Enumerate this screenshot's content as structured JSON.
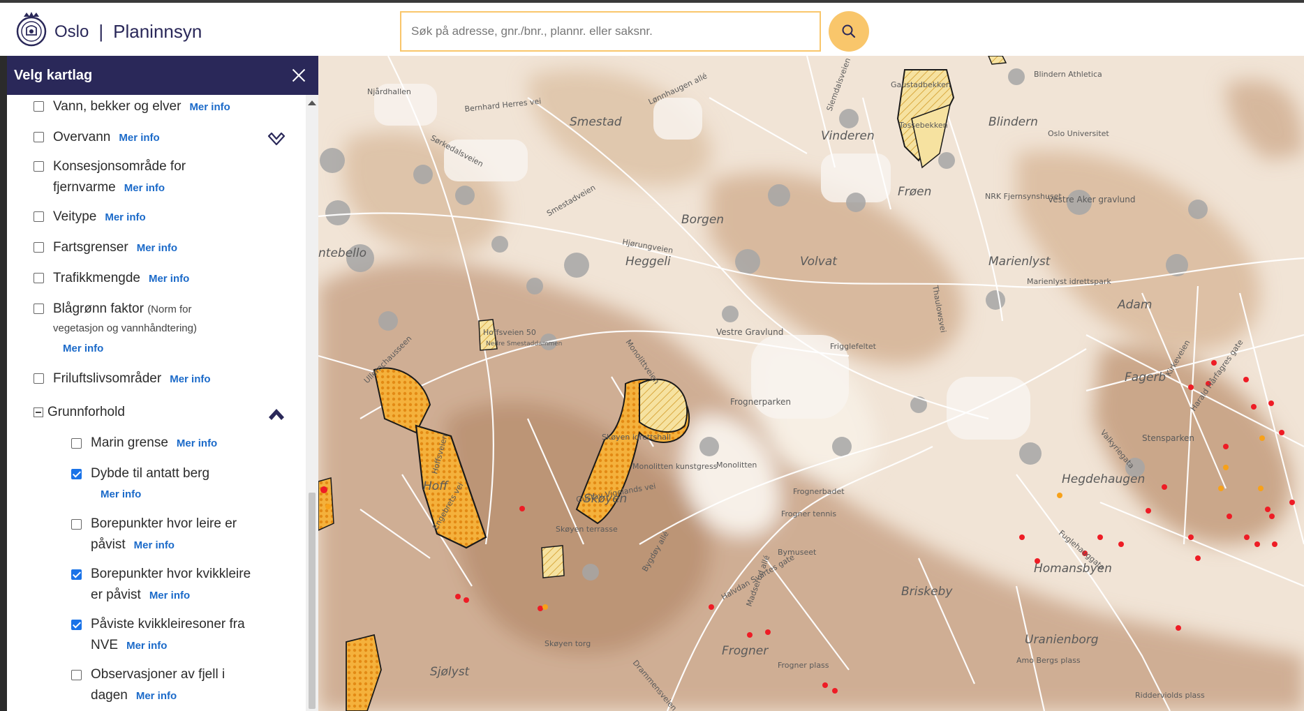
{
  "header": {
    "city": "Oslo",
    "separator": "|",
    "app_name": "Planinnsyn",
    "search_placeholder": "Søk på adresse, gnr./bnr., plannr. eller saksnr."
  },
  "panel": {
    "title": "Velg kartlag",
    "layers": [
      {
        "label": "Vann, bekker og elver",
        "more": "Mer info",
        "checked": false
      },
      {
        "label": "Overvann",
        "more": "Mer info",
        "checked": false
      },
      {
        "label_line1": "Konsesjonsområde for",
        "label_line2": "fjernvarme",
        "more": "Mer info",
        "checked": false
      },
      {
        "label": "Veitype",
        "more": "Mer info",
        "checked": false
      },
      {
        "label": "Fartsgrenser",
        "more": "Mer info",
        "checked": false
      },
      {
        "label": "Trafikkmengde",
        "more": "Mer info",
        "checked": false
      },
      {
        "label": "Blågrønn faktor",
        "note_line1": "(Norm for",
        "note_line2": "vegetasjon og vannhåndtering)",
        "more": "Mer info",
        "checked": false
      },
      {
        "label": "Friluftslivsområder",
        "more": "Mer info",
        "checked": false
      }
    ],
    "group": {
      "label": "Grunnforhold",
      "items": [
        {
          "label": "Marin grense",
          "more": "Mer info",
          "checked": false
        },
        {
          "label": "Dybde til antatt berg",
          "more": "Mer info",
          "checked": true
        },
        {
          "label_line1": "Borepunkter hvor leire er",
          "label_line2": "påvist",
          "more": "Mer info",
          "checked": false
        },
        {
          "label_line1": "Borepunkter hvor kvikkleire",
          "label_line2": "er påvist",
          "more": "Mer info",
          "checked": true
        },
        {
          "label_line1": "Påviste kvikkleiresoner fra",
          "label_line2": "NVE",
          "more": "Mer info",
          "checked": true
        },
        {
          "label_line1": "Observasjoner av fjell i",
          "label_line2": "dagen",
          "more": "Mer info",
          "checked": false
        }
      ]
    }
  },
  "map": {
    "colors": {
      "base": "#f1e4d6",
      "depth_dark": "#c9a488",
      "depth_mid": "#dfc3a9",
      "zone": "#f4b13c",
      "point_red": "#ee1c25",
      "point_orange": "#f7a11a"
    },
    "place_labels": [
      {
        "text": "Smestad",
        "cls": "big"
      },
      {
        "text": "Vinderen",
        "cls": "big"
      },
      {
        "text": "Blindern",
        "cls": "big"
      },
      {
        "text": "Frøen",
        "cls": "big"
      },
      {
        "text": "Borgen",
        "cls": "big"
      },
      {
        "text": "Heggeli",
        "cls": "big"
      },
      {
        "text": "Volvat",
        "cls": "big"
      },
      {
        "text": "Marienlyst",
        "cls": "big"
      },
      {
        "text": "Adam",
        "cls": "big"
      },
      {
        "text": "Fagerb",
        "cls": "big"
      },
      {
        "text": "Hegdehaugen",
        "cls": "big"
      },
      {
        "text": "Homansbyen",
        "cls": "big"
      },
      {
        "text": "Briskeby",
        "cls": "big"
      },
      {
        "text": "Uranienborg",
        "cls": "big"
      },
      {
        "text": "Frogner",
        "cls": "big"
      },
      {
        "text": "Skøyen",
        "cls": "big"
      },
      {
        "text": "Hoff",
        "cls": "big"
      },
      {
        "text": "Sjølyst",
        "cls": "big"
      },
      {
        "text": "ntebello",
        "cls": "big"
      },
      {
        "text": "Njårdhallen",
        "cls": "small"
      },
      {
        "text": "Blindern Athletica",
        "cls": "small"
      },
      {
        "text": "Oslo Universitet",
        "cls": "small"
      },
      {
        "text": "NRK Fjernsynshuset",
        "cls": "small"
      },
      {
        "text": "Vestre Gravlund",
        "cls": "green"
      },
      {
        "text": "Frognerparken",
        "cls": "green"
      },
      {
        "text": "Monolitten",
        "cls": "small"
      },
      {
        "text": "Frognerbadet",
        "cls": "small"
      },
      {
        "text": "Frogner tennis",
        "cls": "small"
      },
      {
        "text": "Bymuseet",
        "cls": "small"
      },
      {
        "text": "Skøyen idrettshall",
        "cls": "small"
      },
      {
        "text": "Monolitten kunstgress",
        "cls": "small"
      },
      {
        "text": "Frigglefeltet",
        "cls": "small"
      },
      {
        "text": "Marienlyst idrettspark",
        "cls": "small"
      },
      {
        "text": "Vestre Aker gravlund",
        "cls": "green"
      },
      {
        "text": "Stensparken",
        "cls": "green"
      },
      {
        "text": "Gaustadbekken",
        "cls": "small"
      },
      {
        "text": "Tossebekken",
        "cls": "small"
      },
      {
        "text": "Hoffsveien 50",
        "cls": "small"
      },
      {
        "text": "Nedre Smestaddammen",
        "cls": "blue"
      },
      {
        "text": "Skøyen terrasse",
        "cls": "small"
      },
      {
        "text": "Skøyen torg",
        "cls": "small"
      },
      {
        "text": "Amo Bergs plass",
        "cls": "small"
      },
      {
        "text": "Ridderviolds plass",
        "cls": "small"
      },
      {
        "text": "Frogner plass",
        "cls": "small"
      }
    ],
    "road_labels": [
      "Bernhard Herres vei",
      "Lønnhaugen allé",
      "Sørkedalsveien",
      "Hjørungveien",
      "Ullernchausseen",
      "Hoffsveien",
      "Harald Hårfagres gate",
      "Valkyriegata",
      "Kirkeveien",
      "Drammensveien",
      "Madserud allé",
      "Halvdan Svartes gate",
      "Bygdøy allé",
      "Gustav Vigelands vei",
      "Engebrets vei",
      "Monolittveien",
      "Slemdalsveien",
      "Smestadveien",
      "Thaulowsvei",
      "Fuglehauggata"
    ]
  }
}
